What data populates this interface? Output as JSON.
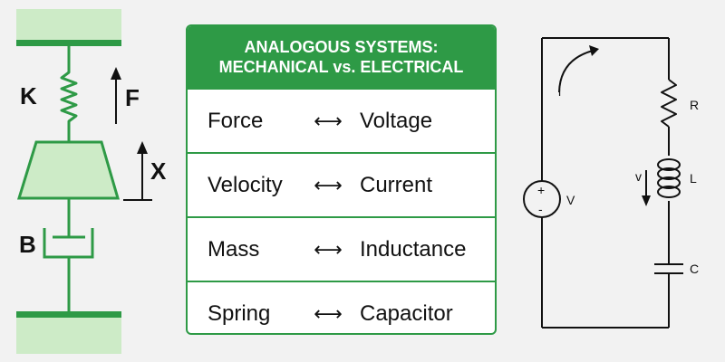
{
  "colors": {
    "accent": "#2e9a46",
    "accent_light": "#cdebc7",
    "background": "#f2f2f2",
    "line": "#111111"
  },
  "mechanical": {
    "spring_label": "K",
    "force_label": "F",
    "displacement_label": "X",
    "damper_label": "B"
  },
  "table": {
    "title_line1": "ANALOGOUS SYSTEMS:",
    "title_line2": "MECHANICAL vs. ELECTRICAL",
    "arrow_glyph": "⟷",
    "rows": [
      {
        "mechanical": "Force",
        "electrical": "Voltage"
      },
      {
        "mechanical": "Velocity",
        "electrical": "Current"
      },
      {
        "mechanical": "Mass",
        "electrical": "Inductance"
      },
      {
        "mechanical": "Spring",
        "electrical": "Capacitor"
      }
    ]
  },
  "circuit": {
    "current_label": "i",
    "resistor_label": "R",
    "inductor_voltage_label": "v",
    "inductor_label": "L",
    "source_label": "V",
    "source_plus": "+",
    "source_minus": "-",
    "capacitor_label": "C"
  }
}
